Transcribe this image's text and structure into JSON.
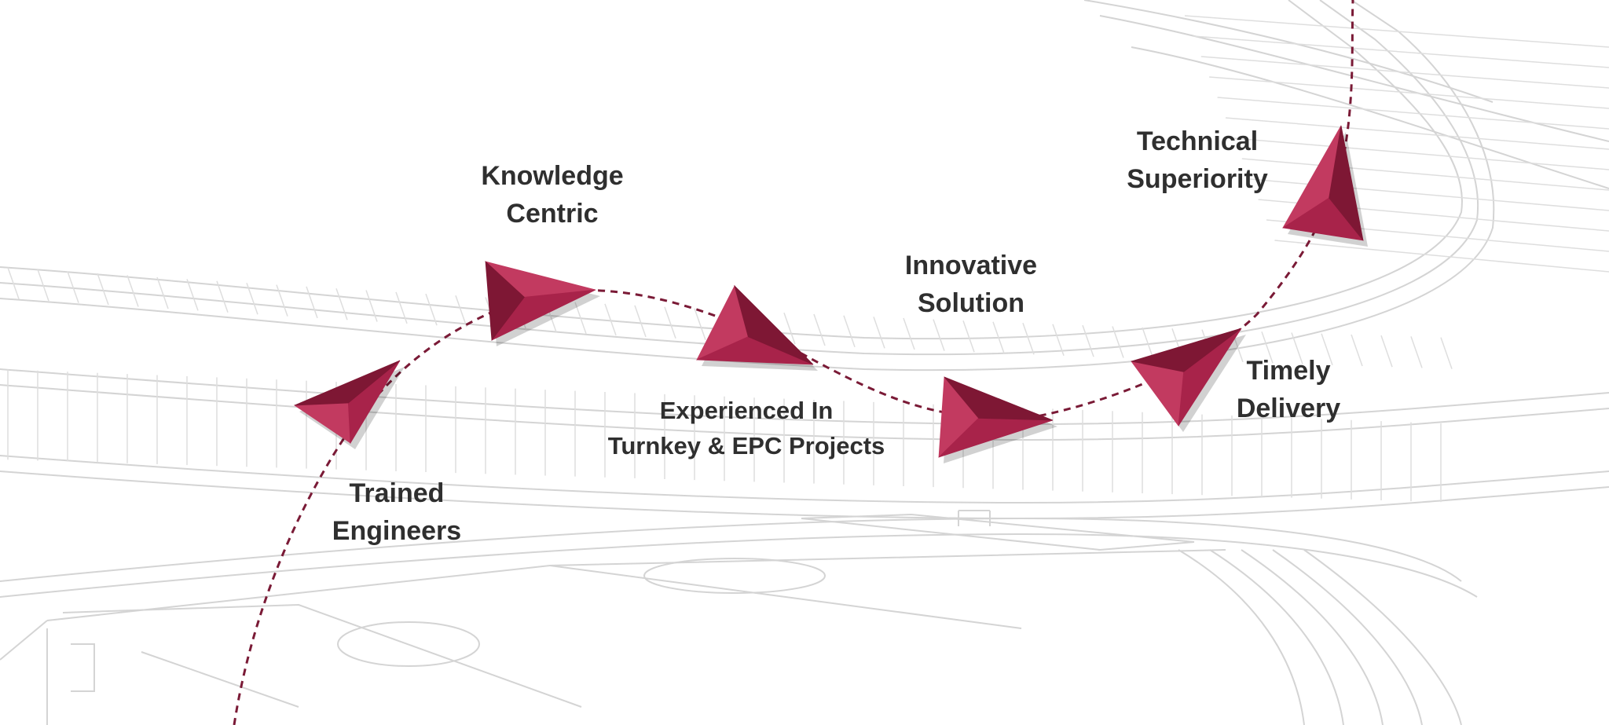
{
  "colors": {
    "accent": "#a8234a",
    "accent_dark": "#7e1734",
    "accent_light": "#c23a60",
    "path": "#7a1a36",
    "text": "#2f2f2f",
    "sketch": "#d2d2d2"
  },
  "milestones": [
    {
      "id": "trained-engineers",
      "lines": [
        "Trained",
        "Engineers"
      ]
    },
    {
      "id": "knowledge-centric",
      "lines": [
        "Knowledge",
        "Centric"
      ]
    },
    {
      "id": "experienced-turnkey-epc",
      "lines": [
        "Experienced In",
        "Turnkey & EPC Projects"
      ]
    },
    {
      "id": "innovative-solution",
      "lines": [
        "Innovative",
        "Solution"
      ]
    },
    {
      "id": "timely-delivery",
      "lines": [
        "Timely",
        "Delivery"
      ]
    },
    {
      "id": "technical-superiority",
      "lines": [
        "Technical",
        "Superiority"
      ]
    }
  ]
}
